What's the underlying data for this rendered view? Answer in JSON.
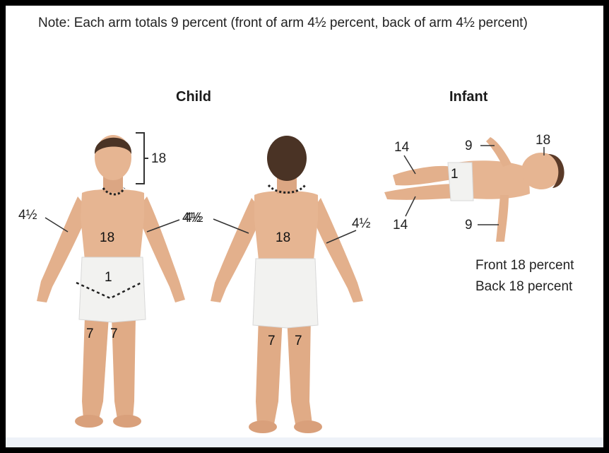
{
  "note": "Note: Each arm totals 9 percent (front of arm 4½ percent, back of arm 4½ percent)",
  "headings": {
    "child": "Child",
    "infant": "Infant"
  },
  "child_front": {
    "head": "18",
    "left_arm": "4½",
    "right_arm": "4½",
    "trunk": "18",
    "groin": "1",
    "left_leg": "7",
    "right_leg": "7"
  },
  "child_back": {
    "left_arm": "4½",
    "right_arm": "4½",
    "trunk": "18",
    "left_leg": "7",
    "right_leg": "7"
  },
  "infant": {
    "head": "18",
    "upper_leg": "14",
    "lower_leg": "14",
    "upper_arm": "9",
    "lower_arm": "9",
    "groin": "1",
    "trunk_front": "Front 18 percent",
    "trunk_back": "Back 18 percent"
  },
  "colors": {
    "skin": "#e3b08c",
    "skin_shadow": "#c98e6a",
    "hair": "#4a3325",
    "shorts": "#f2f2f0",
    "line": "#333333",
    "frame": "#000000"
  }
}
